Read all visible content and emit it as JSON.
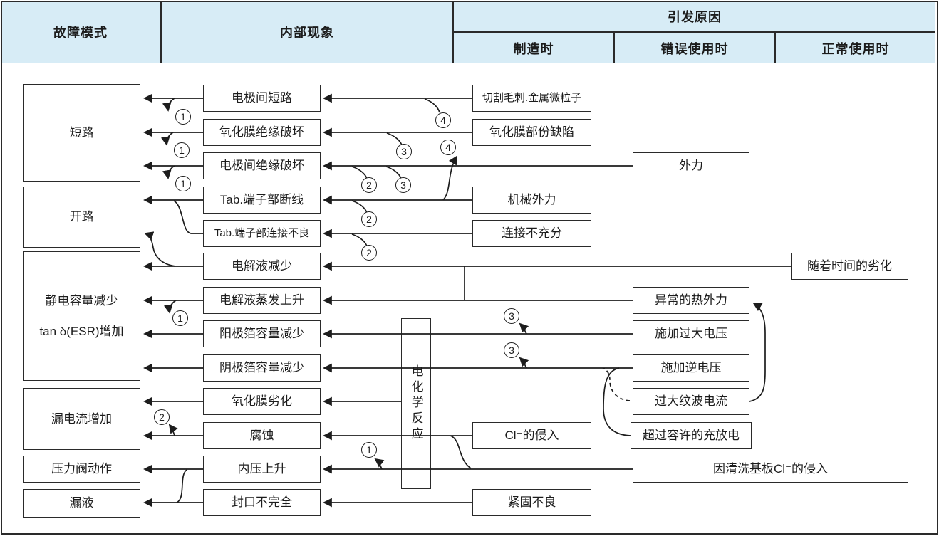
{
  "header": {
    "failure_mode": "故障模式",
    "internal_phenomenon": "内部现象",
    "trigger_cause": "引发原因",
    "at_manufacturing": "制造时",
    "at_misuse": "错误使用时",
    "at_normal_use": "正常使用时"
  },
  "failure_modes": {
    "short_circuit": "短路",
    "open_circuit": "开路",
    "capacitance_decrease": "静电容量减少",
    "esr_increase": "tan δ(ESR)增加",
    "leakage_current_increase": "漏电流增加",
    "pressure_valve_operation": "压力阀动作",
    "liquid_leakage": "漏液"
  },
  "phenomena": {
    "electrode_short": "电极间短路",
    "oxide_film_insulation_breakdown": "氧化膜绝缘破坏",
    "electrode_insulation_breakdown": "电极间绝缘破坏",
    "tab_terminal_break": "Tab.端子部断线",
    "tab_terminal_poor_connection": "Tab.端子部连接不良",
    "electrolyte_decrease": "电解液减少",
    "electrolyte_evaporation_rise": "电解液蒸发上升",
    "anode_foil_capacity_decrease": "阳极箔容量减少",
    "cathode_foil_capacity_decrease": "阴极箔容量减少",
    "oxide_film_degradation": "氧化膜劣化",
    "corrosion": "腐蚀",
    "internal_pressure_rise": "内压上升",
    "incomplete_sealing": "封口不完全",
    "electrochemical_reaction": "电化学反应"
  },
  "causes_manufacturing": {
    "cutting_burr_metal_particles": "切割毛刺.金属微粒子",
    "oxide_film_partial_defect": "氧化膜部份缺陷",
    "mechanical_force": "机械外力",
    "insufficient_connection": "连接不充分",
    "cl_intrusion": "Cl⁻的侵入",
    "poor_tightening": "紧固不良"
  },
  "causes_misuse": {
    "external_force": "外力",
    "abnormal_thermal_stress": "异常的热外力",
    "excessive_voltage": "施加过大电压",
    "reverse_voltage": "施加逆电压",
    "excessive_ripple_current": "过大纹波电流",
    "charge_discharge_over_allowance": "超过容许的充放电",
    "cl_intrusion_from_board_cleaning": "因清洗基板Cl⁻的侵入"
  },
  "causes_normal": {
    "aging_over_time": "随着时间的劣化"
  },
  "markers": {
    "n1": "1",
    "n2": "2",
    "n3": "3",
    "n4": "4"
  }
}
